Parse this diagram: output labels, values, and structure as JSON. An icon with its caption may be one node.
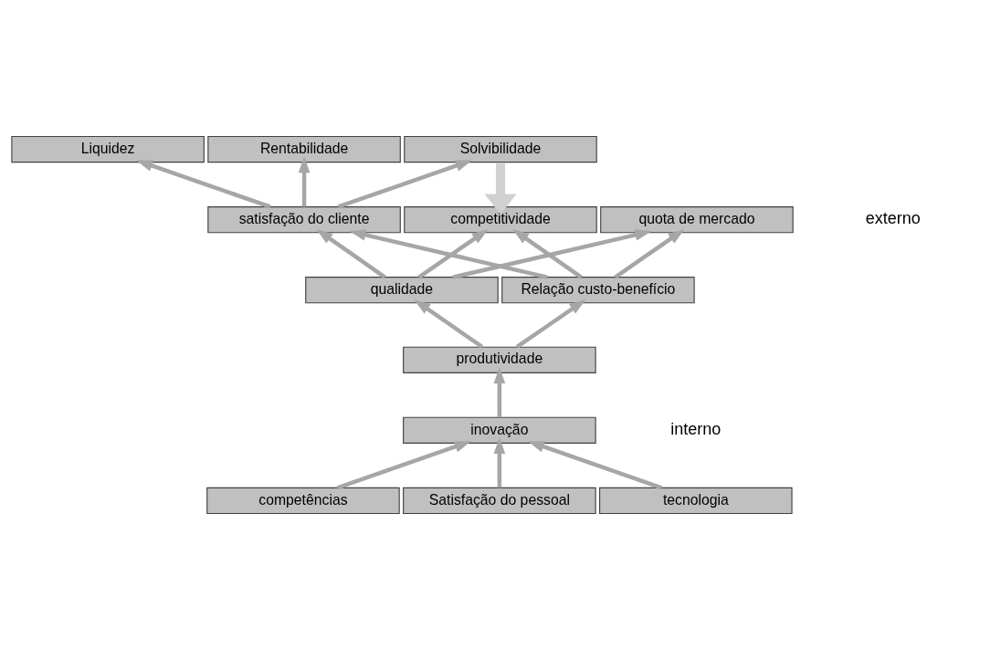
{
  "diagram": {
    "nodes": [
      {
        "text": [
          "Liquidez"
        ]
      },
      {
        "text": [
          "Rentabilidade"
        ]
      },
      {
        "text": [
          "Solvibilidade"
        ]
      },
      {
        "text": [
          "quota de mercado"
        ]
      },
      {
        "text": [
          "satisfação do cliente"
        ]
      },
      {
        "text": [
          "competitividade"
        ]
      },
      {
        "text": [
          "qualidade"
        ]
      },
      {
        "text": [
          "Relação custo-benefício"
        ]
      },
      {
        "text": [
          "produtividade"
        ]
      },
      {
        "text": [
          "inovação"
        ]
      },
      {
        "text": [
          "competências"
        ]
      },
      {
        "text": [
          "Satisfação do pessoal"
        ]
      },
      {
        "text": [
          "tecnologia"
        ]
      }
    ],
    "edges": [
      {
        "from": 4,
        "to": 0,
        "arrow": "to"
      },
      {
        "from": 4,
        "to": 1,
        "arrow": "to"
      },
      {
        "from": 4,
        "to": 2,
        "arrow": "to"
      },
      {
        "from": 6,
        "to": 3,
        "arrow": "to"
      },
      {
        "from": 6,
        "to": 4,
        "arrow": "to"
      },
      {
        "from": 6,
        "to": 5,
        "arrow": "to"
      },
      {
        "from": 7,
        "to": 3,
        "arrow": "to"
      },
      {
        "from": 7,
        "to": 4,
        "arrow": "to"
      },
      {
        "from": 7,
        "to": 5,
        "arrow": "to"
      },
      {
        "from": 8,
        "to": 6,
        "arrow": "to"
      },
      {
        "from": 8,
        "to": 7,
        "arrow": "to"
      },
      {
        "from": 9,
        "to": 8,
        "arrow": "to"
      },
      {
        "from": 10,
        "to": 9,
        "arrow": "to"
      },
      {
        "from": 11,
        "to": 9,
        "arrow": "to"
      },
      {
        "from": 12,
        "to": 9,
        "arrow": "to"
      },
      {
        "from": 2,
        "to": 5,
        "arrow": "to",
        "style": "thick",
        "color": "#d0d0d0"
      }
    ],
    "labels": [
      "externo",
      "interno"
    ]
  }
}
